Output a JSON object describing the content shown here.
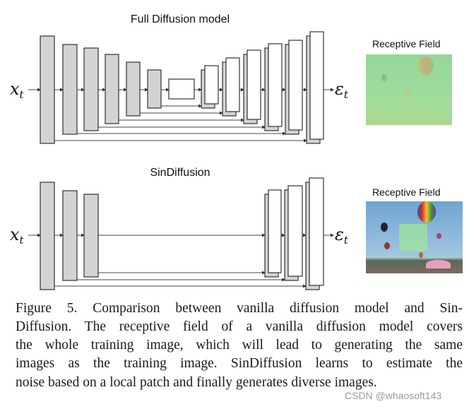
{
  "figure": {
    "top_panel": {
      "title": "Full Diffusion model",
      "input_label": "x",
      "input_sub": "t",
      "output_label": "ε",
      "output_sub": "t",
      "receptive_field_label": "Receptive Field"
    },
    "bottom_panel": {
      "title": "SinDiffusion",
      "input_label": "x",
      "input_sub": "t",
      "output_label": "ε",
      "output_sub": "t",
      "receptive_field_label": "Receptive Field"
    },
    "colors": {
      "encoder_block": "#d3d3d3",
      "decoder_block": "#ffffff",
      "receptive_overlay": "#9fe59a"
    }
  },
  "caption": {
    "lines": [
      "Figure 5. Comparison between vanilla diffusion model and Sin-",
      "Diffusion. The receptive field of a vanilla diffusion model covers",
      "the whole training image, which will lead to generating the same",
      "images as the training image. SinDiffusion learns to estimate the",
      "noise based on a local patch and finally generates diverse images."
    ]
  },
  "watermark": "CSDN @whaosoft143"
}
